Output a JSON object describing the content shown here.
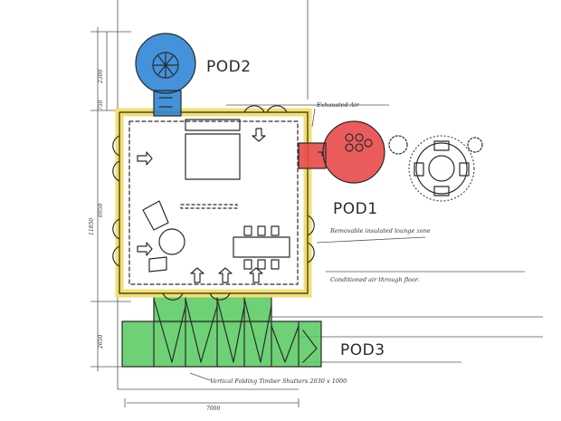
{
  "labels": {
    "pod1": "POD1",
    "pod2": "POD2",
    "pod3": "POD3"
  },
  "annotations": {
    "exhausted_air": "Exhausted Air",
    "lounge_zone": "Removable insulated lounge zone",
    "conditioned_air": "Conditioned air through floor.",
    "shutters": "Vertical Folding Timber Shutters 2030 x 1000"
  },
  "dimensions": {
    "overall_width": "7000",
    "overall_height": "11850",
    "left_a": "2300",
    "left_b": "750",
    "left_c": "6950",
    "left_d": "2650"
  },
  "colors": {
    "pod1": "#e84a4a",
    "pod2": "#2f86d6",
    "pod3": "#4fc45a",
    "floor_edge": "#f3df6e",
    "walls": "#2b2b2b"
  }
}
